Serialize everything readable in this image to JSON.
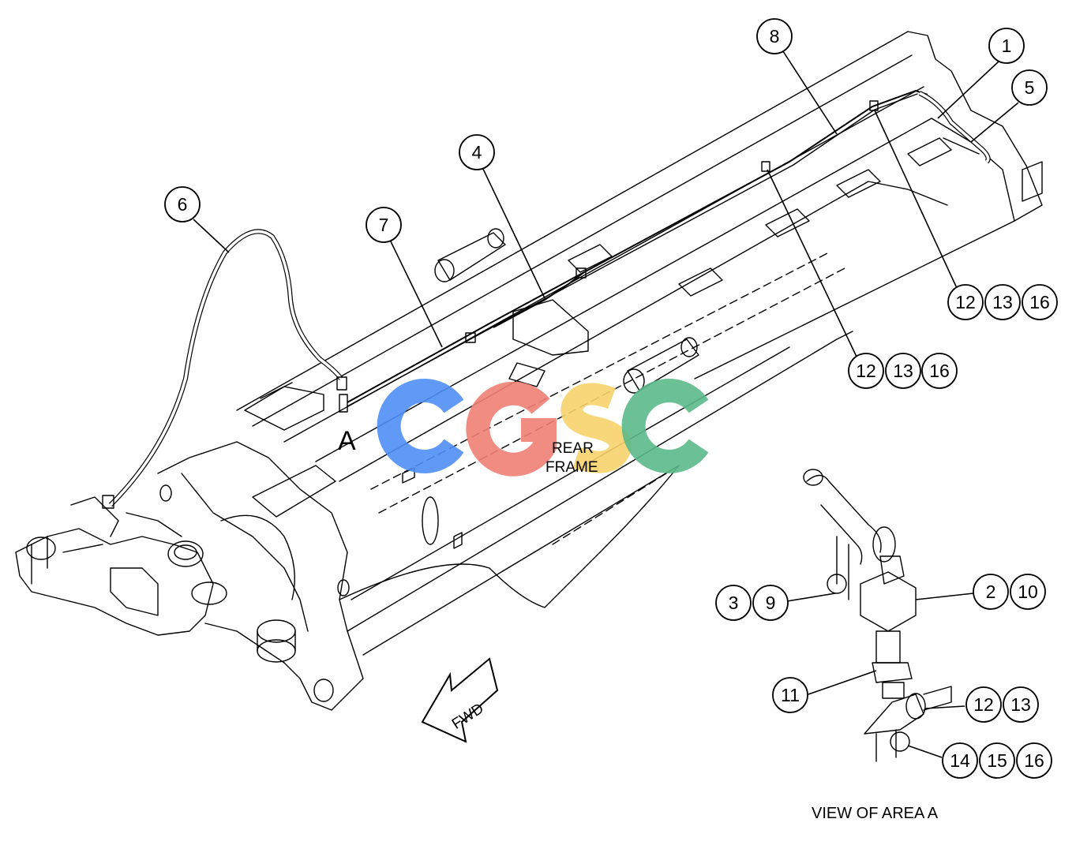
{
  "diagram": {
    "area_marker": "A",
    "frame_label_line1": "REAR",
    "frame_label_line2": "FRAME",
    "direction_arrow": "FWD",
    "view_caption": "VIEW OF AREA  A",
    "watermark": {
      "text": "CGSC",
      "colors": [
        "#4f8ff5",
        "#f07f75",
        "#f7d36b",
        "#5bb98a"
      ]
    },
    "callouts": [
      {
        "id": "c1",
        "number": "1"
      },
      {
        "id": "c4",
        "number": "4"
      },
      {
        "id": "c5",
        "number": "5"
      },
      {
        "id": "c6",
        "number": "6"
      },
      {
        "id": "c7",
        "number": "7"
      },
      {
        "id": "c8",
        "number": "8"
      }
    ],
    "callout_groups": [
      {
        "id": "g1",
        "numbers": [
          "12",
          "13",
          "16"
        ]
      },
      {
        "id": "g2",
        "numbers": [
          "12",
          "13",
          "16"
        ]
      },
      {
        "id": "g3",
        "numbers": [
          "3",
          "9"
        ]
      },
      {
        "id": "g4",
        "numbers": [
          "2",
          "10"
        ]
      },
      {
        "id": "g5",
        "numbers": [
          "11"
        ]
      },
      {
        "id": "g6",
        "numbers": [
          "12",
          "13"
        ]
      },
      {
        "id": "g7",
        "numbers": [
          "14",
          "15",
          "16"
        ]
      }
    ]
  }
}
